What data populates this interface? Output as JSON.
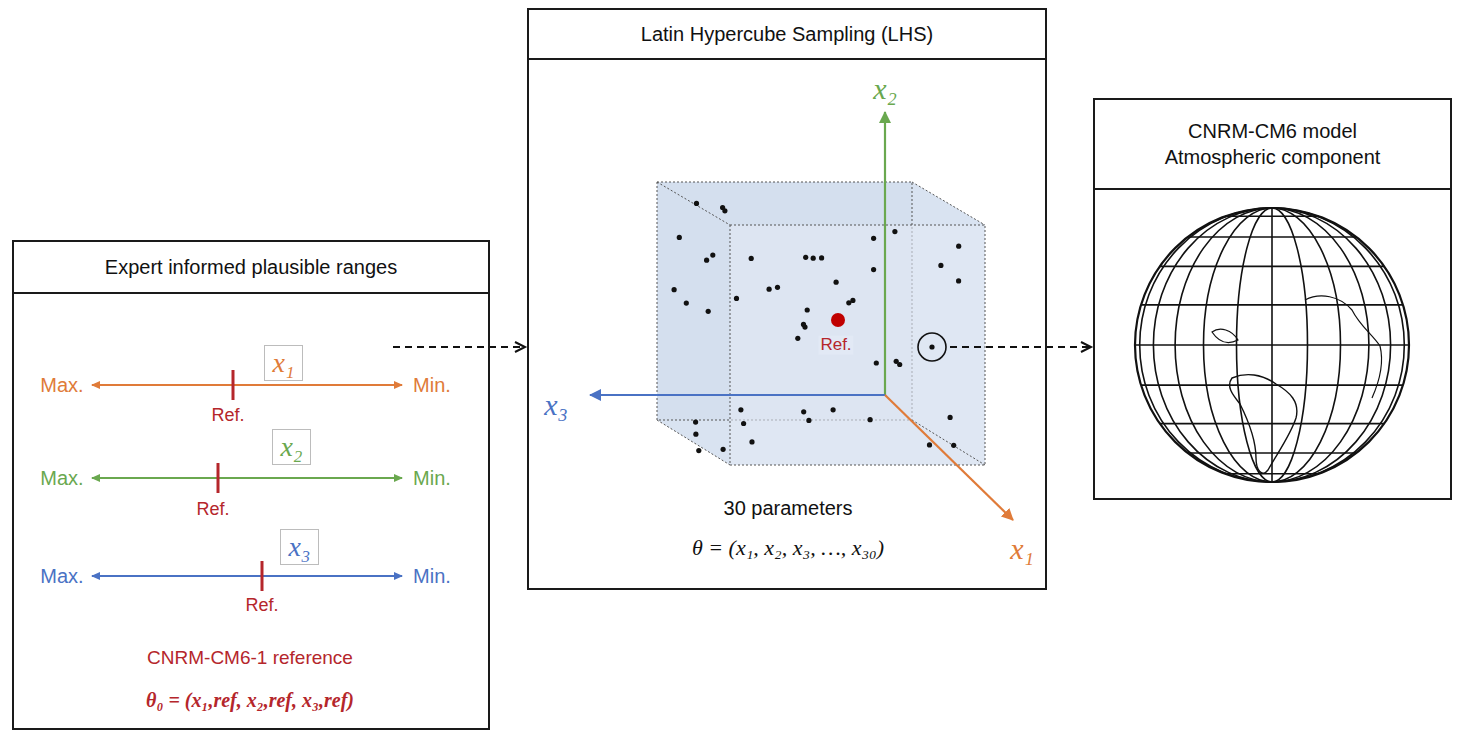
{
  "diagram": {
    "nodes": [
      {
        "text": [
          "Expert informed plausible ranges"
        ]
      },
      {
        "text": [
          "x₁"
        ],
        "in": 0
      },
      {
        "text": [
          "x₂"
        ],
        "in": 0
      },
      {
        "text": [
          "x₃"
        ],
        "in": 0
      },
      {
        "text": [
          "Latin Hypercube Sampling (LHS)"
        ]
      },
      {
        "text": [
          "CNRM-CM6 model Atmospheric component"
        ]
      }
    ],
    "edges": [
      {
        "from": 0,
        "to": 4,
        "arrow": "to"
      },
      {
        "from": 4,
        "to": 5,
        "arrow": "to"
      }
    ],
    "labels": [
      "Max.",
      "Min.",
      "Ref.",
      "Max.",
      "Min.",
      "Ref.",
      "Max.",
      "Min.",
      "Ref.",
      "CNRM-CM6-1 reference",
      "θ₀ = (x₁,ref, x₂,ref, x₃,ref)",
      "x₂",
      "Ref.",
      "x₃",
      "x₁",
      "30 parameters",
      "θ = (x₁, x₂, x₃, …, x₃₀)"
    ]
  }
}
